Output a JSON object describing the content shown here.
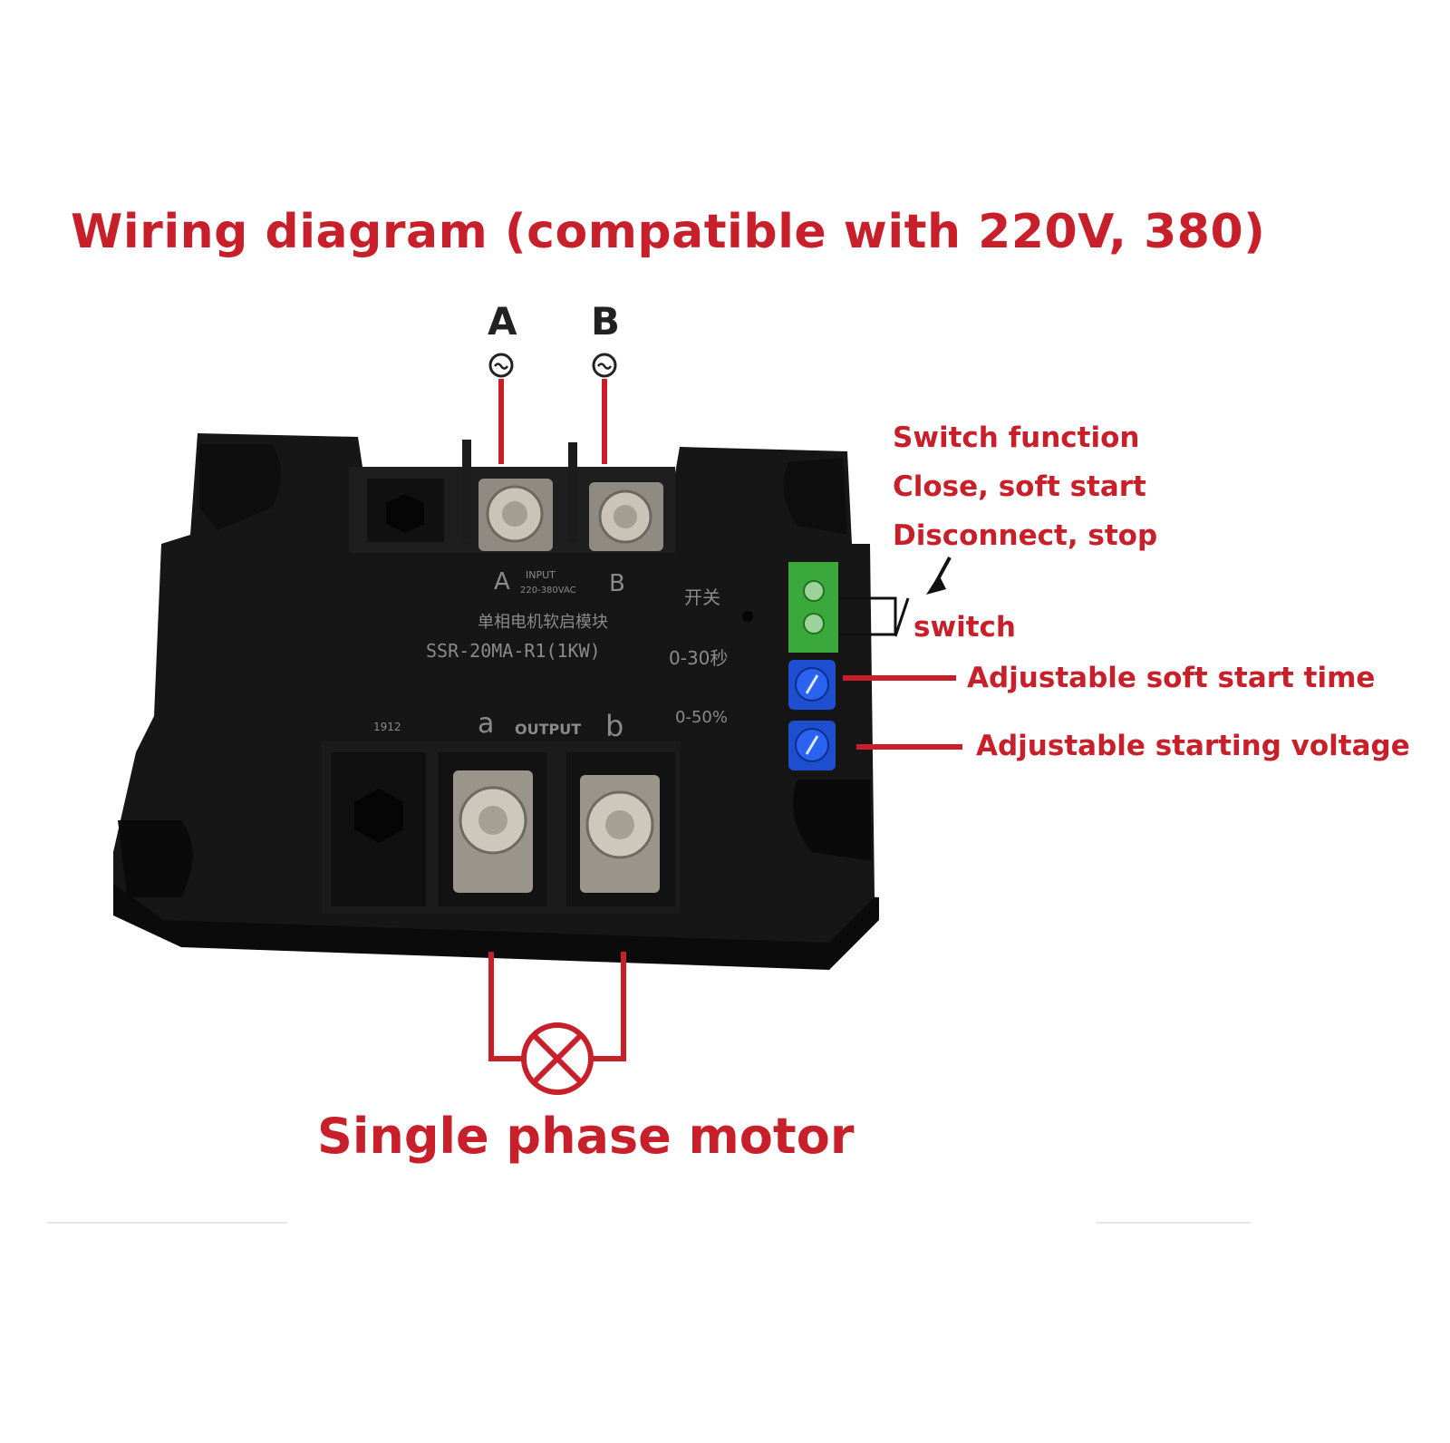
{
  "title": "Wiring diagram (compatible with 220V, 380)",
  "terminals": {
    "input_a": "A",
    "input_b": "B",
    "output_a": "a",
    "output_b": "b"
  },
  "module_labels": {
    "input": "INPUT",
    "input_range": "220-380VAC",
    "name_cn": "单相电机软启模块",
    "model": "SSR-20MA-R1(1KW)",
    "switch_cn": "开关",
    "time_range": "0-30秒",
    "voltage_range": "0-50%",
    "output": "OUTPUT",
    "code": "1912"
  },
  "annotations": {
    "switch_function": "Switch function",
    "close": "Close, soft start",
    "disconnect": "Disconnect, stop",
    "switch": "switch",
    "soft_start_time": "Adjustable soft start time",
    "starting_voltage": "Adjustable starting voltage"
  },
  "caption": "Single phase motor",
  "colors": {
    "accent": "#c8202a",
    "housing": "#151515",
    "terminal_green": "#3aa83a",
    "knob_blue": "#1f4fd1"
  }
}
